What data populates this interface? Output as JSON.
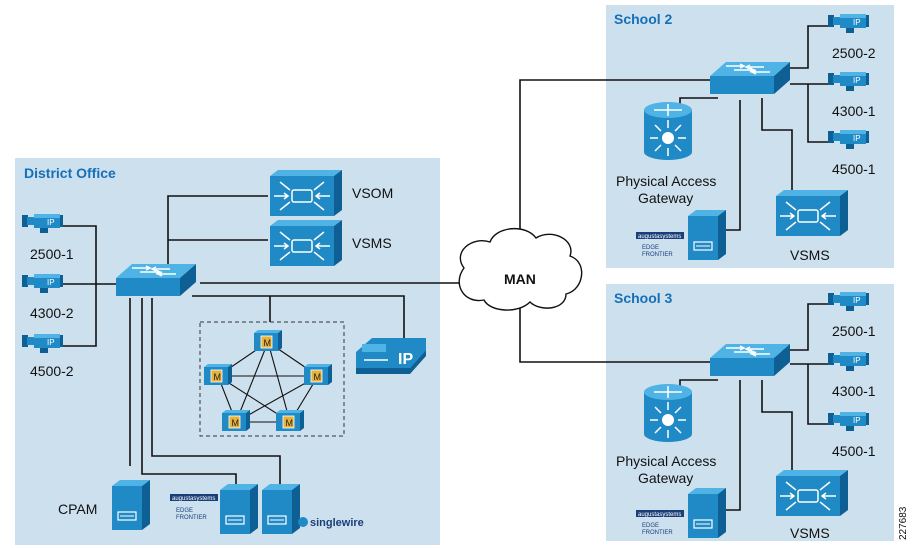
{
  "regions": {
    "district": {
      "title": "District Office"
    },
    "school2": {
      "title": "School 2"
    },
    "school3": {
      "title": "School 3"
    }
  },
  "district": {
    "cameras": [
      "2500-1",
      "4300-2",
      "4500-2"
    ],
    "vsom_label": "VSOM",
    "vsms_label": "VSMS",
    "cpam_label": "CPAM"
  },
  "network": {
    "man_label": "MAN"
  },
  "school2": {
    "cameras": [
      "2500-2",
      "4300-1",
      "4500-1"
    ],
    "gateway_line1": "Physical Access",
    "gateway_line2": "Gateway",
    "vsms_label": "VSMS"
  },
  "school3": {
    "cameras": [
      "2500-1",
      "4300-1",
      "4500-1"
    ],
    "gateway_line1": "Physical Access",
    "gateway_line2": "Gateway",
    "vsms_label": "VSMS"
  },
  "logos": {
    "augusta_top": "augustasystems",
    "augusta_edge": "EDGE",
    "augusta_frontier": "FRONTIER",
    "singlewire": "singlewire",
    "ip_badge": "IP",
    "cluster_node": "M"
  },
  "figure_id": "227683",
  "colors": {
    "region_fill": "#cde0ee",
    "title_blue": "#1570b8",
    "device_blue": "#1f8ac6"
  }
}
